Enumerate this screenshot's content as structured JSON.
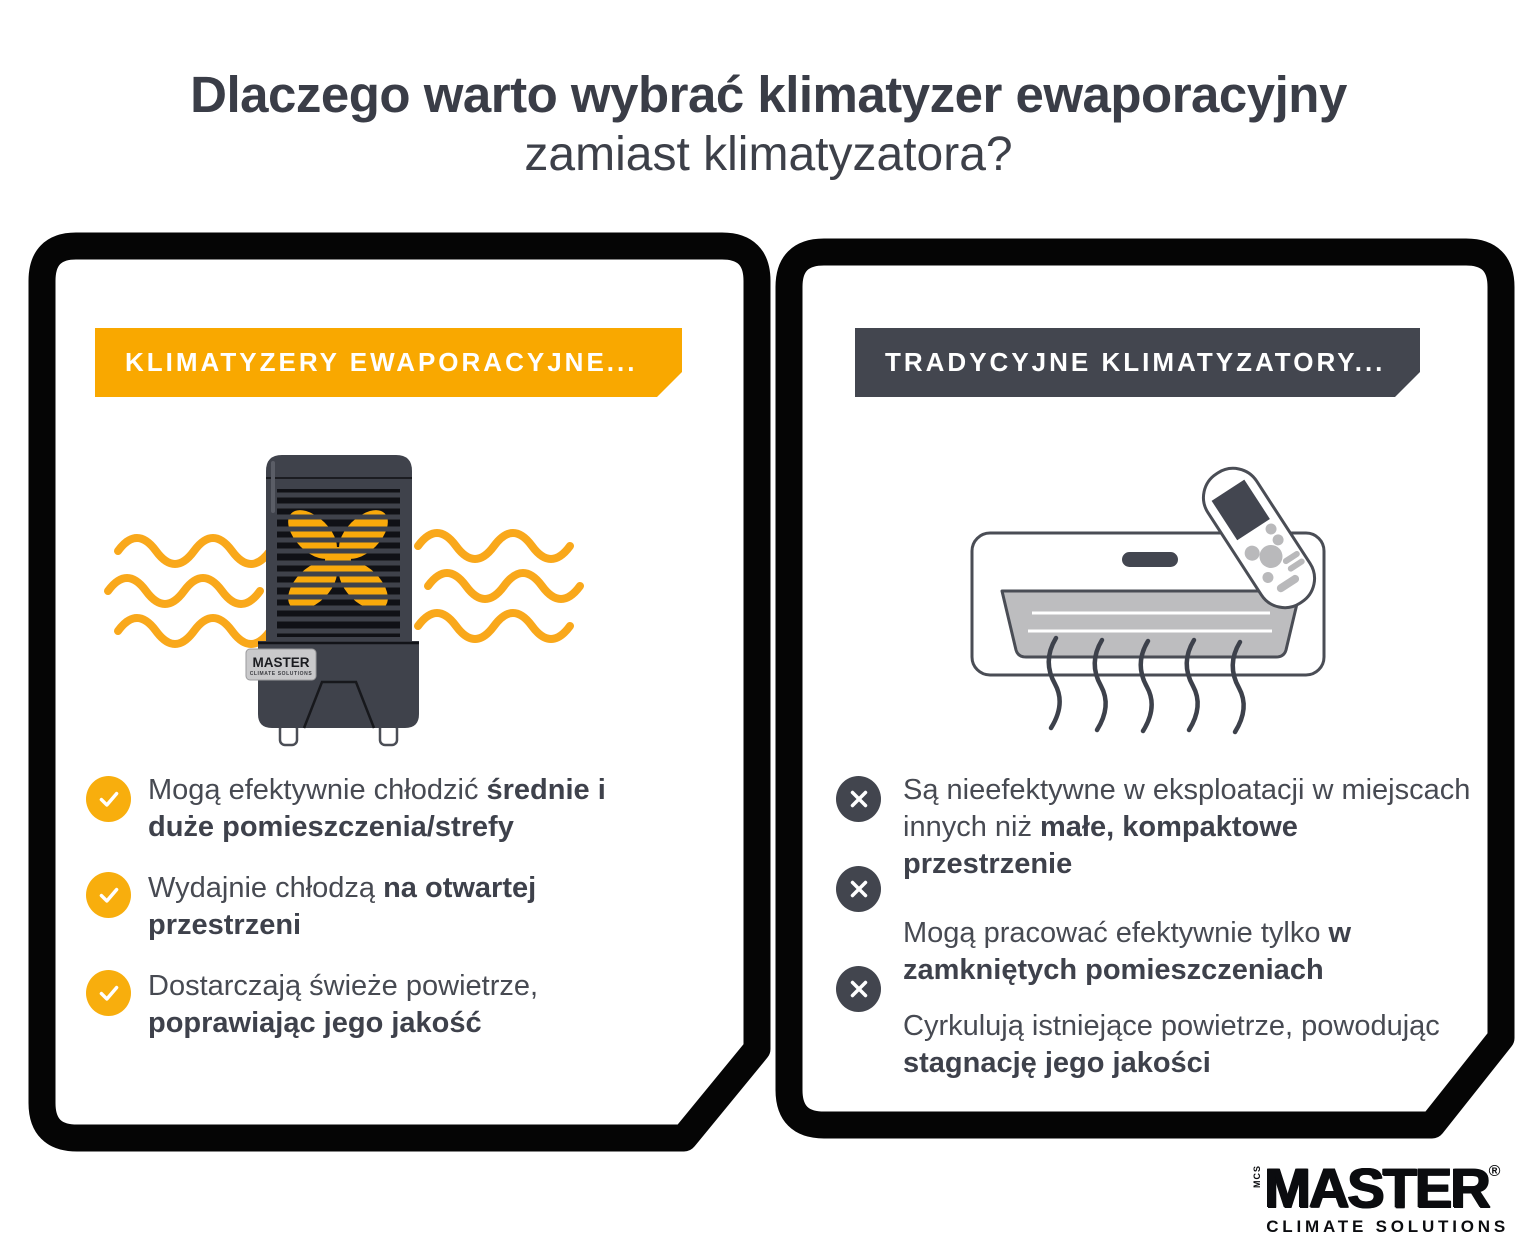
{
  "title": {
    "line1": "Dlaczego warto wybrać klimatyzer ewaporacyjny",
    "line2": "zamiast klimatyzatora?"
  },
  "left_card": {
    "header": "KLIMATYZERY EWAPORACYJNE...",
    "illustration": "evaporative-cooler-with-yellow-air-waves",
    "bullets": [
      {
        "icon": "check-circle-icon",
        "lines": [
          {
            "n": "Mogą efektywnie chłodzić ",
            "b": "średnie i"
          },
          {
            "n": "",
            "b": "duże pomieszczenia/strefy"
          }
        ]
      },
      {
        "icon": "check-circle-icon",
        "lines": [
          {
            "n": "Wydajnie chłodzą ",
            "b": "na otwartej"
          },
          {
            "n": "",
            "b": "przestrzeni"
          }
        ]
      },
      {
        "icon": "check-circle-icon",
        "lines": [
          {
            "n": "Dostarczają świeże powietrze,",
            "b": ""
          },
          {
            "n": "",
            "b": "poprawiając jego jakość"
          }
        ]
      }
    ]
  },
  "right_card": {
    "header": "TRADYCYJNE KLIMATYZATORY...",
    "illustration": "wall-air-conditioner-with-remote",
    "bullets": [
      {
        "icon": "x-circle-icon",
        "lines": [
          {
            "n": "Są nieefektywne w eksploatacji w miejscach",
            "b": ""
          },
          {
            "n": "innych niż ",
            "b": "małe, kompaktowe"
          },
          {
            "n": "",
            "b": "przestrzenie"
          }
        ]
      },
      {
        "icon": "x-circle-icon",
        "lines": [
          {
            "n": "Mogą pracować efektywnie tylko ",
            "b": "w"
          },
          {
            "n": "",
            "b": "zamkniętych pomieszczeniach"
          }
        ]
      },
      {
        "icon": "x-circle-icon",
        "lines": [
          {
            "n": "Cyrkulują istniejące powietrze, powodując",
            "b": ""
          },
          {
            "n": "",
            "b": "stagnację jego jakości"
          }
        ]
      }
    ]
  },
  "cooler_badge": {
    "brand": "MASTER",
    "sub": "CLIMATE SOLUTIONS"
  },
  "logo": {
    "side": "MCS",
    "brand": "MASTER",
    "reg": "®",
    "sub": "CLIMATE SOLUTIONS"
  },
  "colors": {
    "accent_yellow": "#F9A800",
    "check_yellow": "#F8AE0D",
    "dark_slate": "#43464F",
    "body_text": "#474A52",
    "card_border": "#050505",
    "wave_yellow": "#F9A81B"
  }
}
